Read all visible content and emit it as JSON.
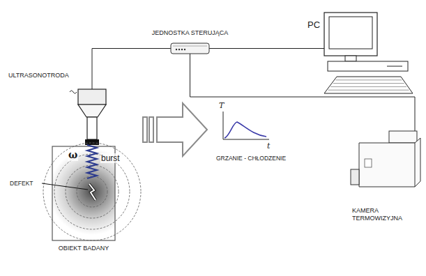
{
  "diagram": {
    "nodes": [
      {
        "text": [
          "JEDNOSTKA STERUJĄCA"
        ]
      },
      {
        "text": [
          "PC"
        ]
      },
      {
        "text": [
          "ULTRASONOTRODA"
        ]
      },
      {
        "text": [
          "OBIEKT BADANY"
        ]
      },
      {
        "text": [
          "KAMERA TERMOWIZYJNA"
        ]
      }
    ],
    "edges": [
      {
        "from": 2,
        "to": 0,
        "arrow": "none"
      },
      {
        "from": 0,
        "to": 1,
        "arrow": "none"
      },
      {
        "from": 0,
        "to": 4,
        "arrow": "none"
      }
    ],
    "labels": [
      "ω",
      "burst",
      "DEFEKT",
      "T",
      "t",
      "GRZANIE - CHŁODZENIE"
    ]
  }
}
